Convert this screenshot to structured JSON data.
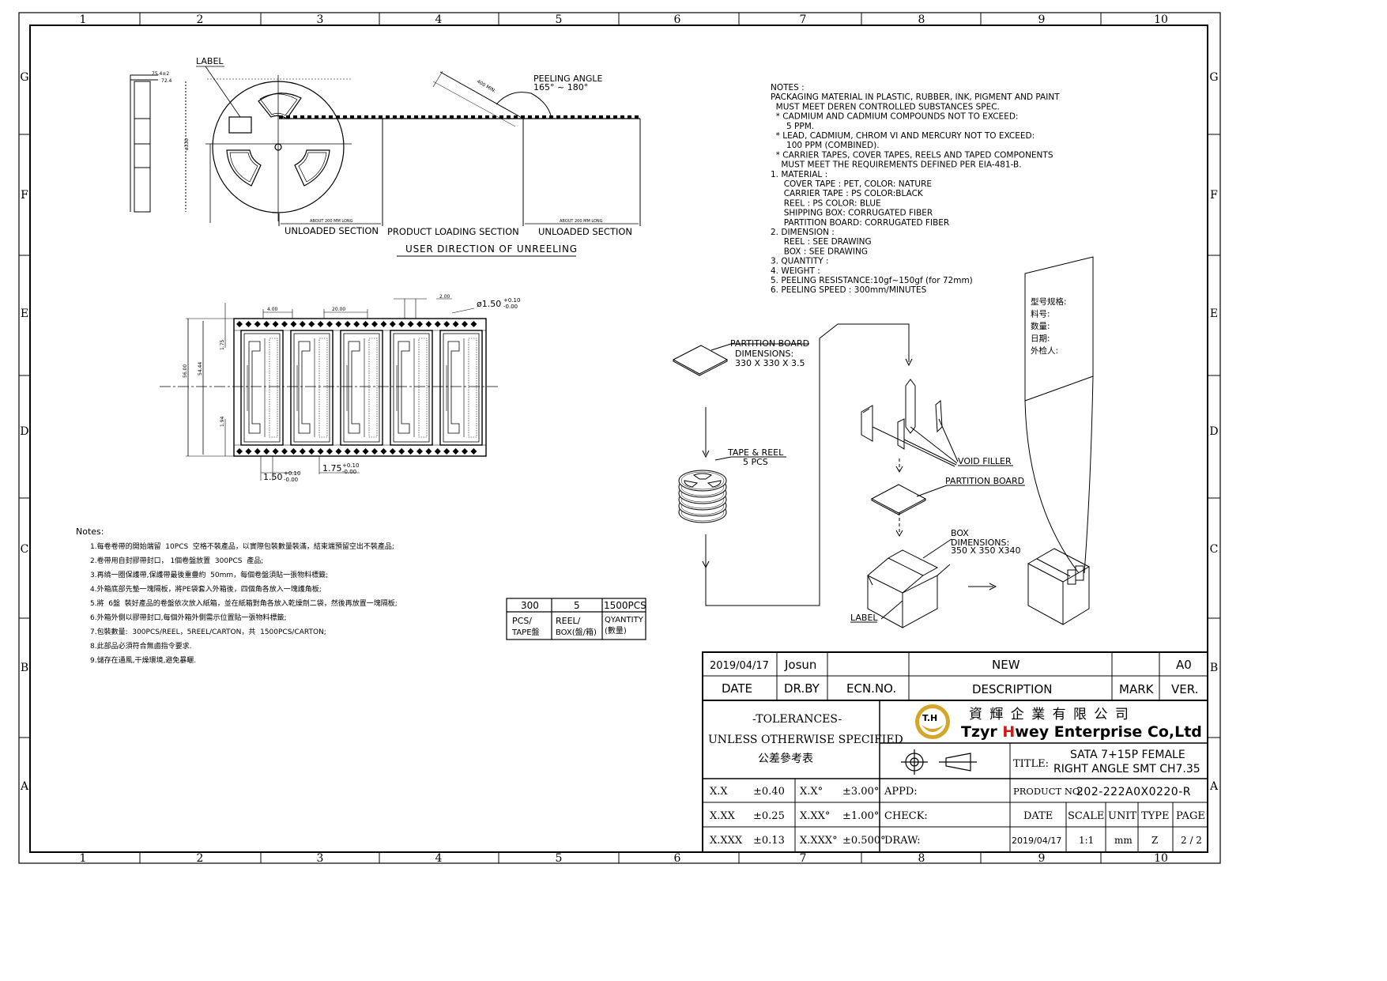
{
  "border": {
    "cols": [
      "1",
      "2",
      "3",
      "4",
      "5",
      "6",
      "7",
      "8",
      "9",
      "10"
    ],
    "rows": [
      "G",
      "F",
      "E",
      "D",
      "C",
      "B",
      "A"
    ]
  },
  "reel": {
    "label": "LABEL",
    "peeling_angle_title": "PEELING ANGLE",
    "peeling_angle_value": "165° ~ 180°",
    "dim_400": "400 MIN.",
    "dim_330": "ø330",
    "dim_top1": "75.4±2",
    "dim_top2": "72.4",
    "about_200": "ABOUT 200 MM LONG",
    "section_unloaded": "UNLOADED SECTION",
    "section_product": "PRODUCT LOADING SECTION",
    "direction": "USER DIRECTION OF UNREELING"
  },
  "tape": {
    "pitch_4": "4.00",
    "pitch_20": "20.00",
    "dim_2": "2.00",
    "hole_dia": "ø1.50",
    "hole_tol_plus": "+0.10",
    "hole_tol_minus": "-0.00",
    "width_56": "56.00",
    "width_54": "54.44",
    "dim_175_left": "1.75",
    "dim_150": "1.50",
    "dim_150_plus": "+0.10",
    "dim_150_minus": "-0.00",
    "dim_175": "1.75",
    "dim_175_plus": "+0.10",
    "dim_175_minus": "-0.00",
    "dim_bot": "1.94"
  },
  "notes_right": [
    "NOTES :",
    "PACKAGING MATERIAL IN PLASTIC, RUBBER, INK, PIGMENT AND PAINT",
    "  MUST MEET DEREN CONTROLLED SUBSTANCES SPEC.",
    "  * CADMIUM AND CADMIUM COMPOUNDS NOT TO EXCEED:",
    "      5 PPM.",
    "  * LEAD, CADMIUM, CHROM VI AND MERCURY NOT TO EXCEED:",
    "      100 PPM (COMBINED).",
    "  * CARRIER TAPES, COVER TAPES, REELS AND TAPED COMPONENTS",
    "    MUST MEET THE REQUIREMENTS DEFINED PER EIA-481-B.",
    "1. MATERIAL :",
    "     COVER TAPE : PET, COLOR: NATURE",
    "     CARRIER TAPE : PS COLOR:BLACK",
    "     REEL : PS COLOR: BLUE",
    "     SHIPPING BOX: CORRUGATED FIBER",
    "     PARTITION BOARD: CORRUGATED FIBER",
    "2. DIMENSION :",
    "     REEL : SEE DRAWING",
    "     BOX : SEE DRAWING",
    "3. QUANTITY :",
    "4. WEIGHT :",
    "5. PEELING RESISTANCE:10gf~150gf (for 72mm)",
    "6. PEELING SPEED : 300mm/MINUTES"
  ],
  "label_card": [
    "型号规格:",
    "料号:",
    "数量:",
    "日期:",
    "外检人:"
  ],
  "packing": {
    "partition_title": "PARTITION BOARD",
    "partition_dim_title": "DIMENSIONS:",
    "partition_dim": "330 X 330 X 3.5",
    "tape_reel": "TAPE & REEL",
    "tape_reel_qty": "5 PCS",
    "void_filler": "VOID FILLER",
    "partition_board_2": "PARTITION BOARD",
    "box_title": "BOX",
    "box_dim_title": "DIMENSIONS:",
    "box_dim": "350 X 350 X340",
    "box_label": "LABEL"
  },
  "notes_left": {
    "title": "Notes:",
    "items": [
      "1.每卷卷帶的開始端留  10PCS  空格不裝產品，以實際包裝數量裝滿，結束端預留空出不裝產品;",
      "2.卷帶用自封膠帶封口， 1個卷盤放置  300PCS  產品;",
      "3.再繞一圈保護帶,保護帶最後重疊約  50mm，每個卷盤須貼一張物料標籤;",
      "4.外箱底部先墊一塊隔板，將PE袋套入外箱後，四個角各放入一塊護角板;",
      "5.將  6盤  裝好產品的卷盤依次放入紙箱，並在紙箱對角各放入乾燥劑二袋，然後再放置一塊隔板;",
      "6.外箱外側以膠帶封口,每個外箱外側需示位置貼一張物料標籤;",
      "7.包裝數量:  300PCS/REEL，5REEL/CARTON，共  1500PCS/CARTON;",
      "8.此部品必須符合無鹵指令要求.",
      "9.儲存在通風,干燥環境,避免暴曬."
    ]
  },
  "qty_table": {
    "v1": "300",
    "v2": "5",
    "v3": "1500PCS",
    "h1a": "PCS/",
    "h1b": "TAPE盤",
    "h2a": "REEL/",
    "h2b": "BOX(盤/箱)",
    "h3a": "QYANTITY",
    "h3b": "(數量)"
  },
  "title_block": {
    "rev_date": "2019/04/17",
    "rev_by": "Josun",
    "rev_desc": "NEW",
    "rev_ver": "A0",
    "h_date": "DATE",
    "h_drby": "DR.BY",
    "h_ecn": "ECN.NO.",
    "h_desc": "DESCRIPTION",
    "h_mark": "MARK",
    "h_ver": "VER.",
    "tol1": "-TOLERANCES-",
    "tol2": "UNLESS OTHERWISE SPECIFIED",
    "tol3": "公差參考表",
    "company_cn": "資 輝 企 業 有 限 公 司",
    "company_en_a": "Tzyr ",
    "company_en_h": "H",
    "company_en_b": "wey Enterprise Co,Ltd",
    "logo_text": "T.H",
    "title_label": "TITLE:",
    "title_line1": "SATA 7+15P FEMALE",
    "title_line2": "RIGHT ANGLE SMT CH7.35",
    "tol_rows": [
      {
        "a": "X.X",
        "b": "±0.40",
        "c": "X.X°",
        "d": "±3.00°"
      },
      {
        "a": "X.XX",
        "b": "±0.25",
        "c": "X.XX°",
        "d": "±1.00°"
      },
      {
        "a": "X.XXX",
        "b": "±0.13",
        "c": "X.XXX°",
        "d": "±0.500°"
      }
    ],
    "appd": "APPD:",
    "check": "CHECK:",
    "draw": "DRAW:",
    "product_no_label": "PRODUCT NO:",
    "product_no": "202-222A0X0220-R",
    "f_date": "DATE",
    "f_scale": "SCALE",
    "f_unit": "UNIT",
    "f_type": "TYPE",
    "f_page": "PAGE",
    "v_date": "2019/04/17",
    "v_scale": "1:1",
    "v_unit": "mm",
    "v_type": "Z",
    "v_page": "2 / 2"
  },
  "colors": {
    "logo_gold": "#d4a62a",
    "accent_red": "#d01818",
    "line": "#000000"
  }
}
